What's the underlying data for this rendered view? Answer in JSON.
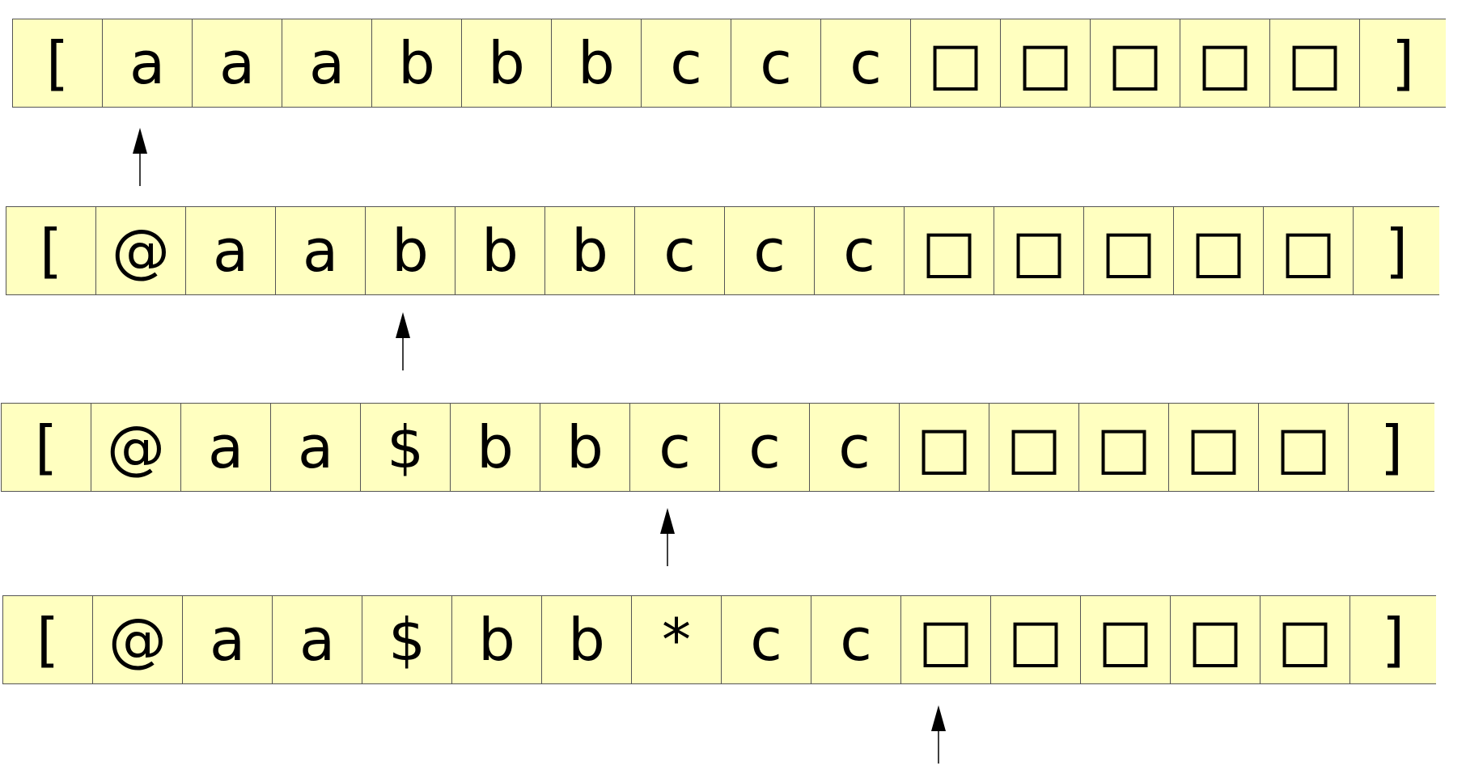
{
  "tapes": [
    {
      "cells": [
        "[",
        "a",
        "a",
        "a",
        "b",
        "b",
        "b",
        "c",
        "c",
        "c",
        "□",
        "□",
        "□",
        "□",
        "□",
        "]"
      ],
      "head": 1
    },
    {
      "cells": [
        "[",
        "@",
        "a",
        "a",
        "b",
        "b",
        "b",
        "c",
        "c",
        "c",
        "□",
        "□",
        "□",
        "□",
        "□",
        "]"
      ],
      "head": 4
    },
    {
      "cells": [
        "[",
        "@",
        "a",
        "a",
        "$",
        "b",
        "b",
        "c",
        "c",
        "c",
        "□",
        "□",
        "□",
        "□",
        "□",
        "]"
      ],
      "head": 7
    },
    {
      "cells": [
        "[",
        "@",
        "a",
        "a",
        "$",
        "b",
        "b",
        "*",
        "c",
        "c",
        "□",
        "□",
        "□",
        "□",
        "□",
        "]"
      ],
      "head": 10
    }
  ],
  "colors": {
    "cell_fill": "#ffffc0",
    "border": "#555555",
    "arrow": "#000000"
  }
}
